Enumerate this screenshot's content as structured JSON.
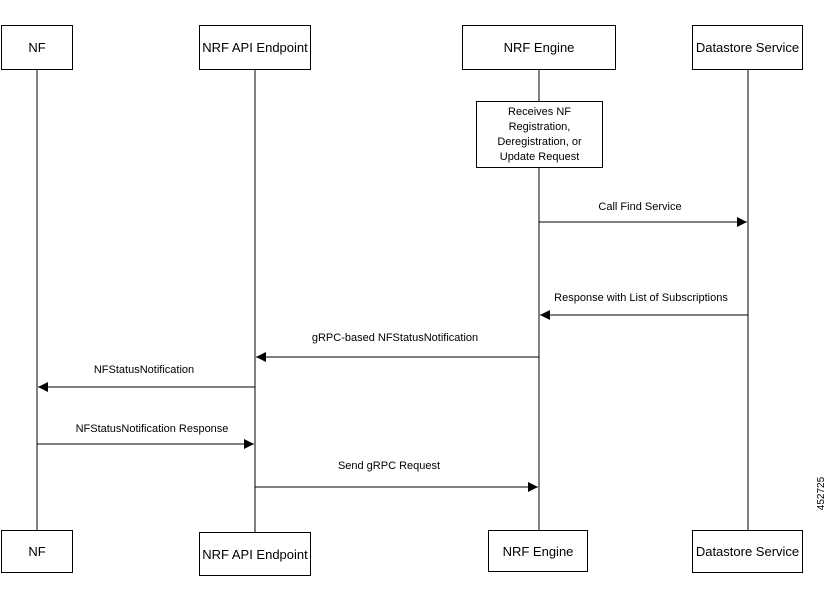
{
  "participants": [
    {
      "id": "nf",
      "top_label": "NF",
      "bottom_label": "NF"
    },
    {
      "id": "api",
      "top_label": "NRF API Endpoint",
      "bottom_label": "NRF API Endpoint"
    },
    {
      "id": "engine",
      "top_label": "NRF Engine",
      "bottom_label": "NRF Engine"
    },
    {
      "id": "datastore",
      "top_label": "Datastore Service",
      "bottom_label": "Datastore Service"
    }
  ],
  "note": {
    "participant": "engine",
    "text": "Receives NF\nRegistration,\nDeregistration, or\nUpdate Request"
  },
  "messages": [
    {
      "from": "engine",
      "to": "datastore",
      "label": "Call Find Service"
    },
    {
      "from": "datastore",
      "to": "engine",
      "label": "Response with List of Subscriptions"
    },
    {
      "from": "engine",
      "to": "api",
      "label": "gRPC-based NFStatusNotification"
    },
    {
      "from": "api",
      "to": "nf",
      "label": "NFStatusNotification"
    },
    {
      "from": "nf",
      "to": "api",
      "label": "NFStatusNotification Response"
    },
    {
      "from": "api",
      "to": "engine",
      "label": "Send gRPC Request"
    }
  ],
  "figure_id": "452725"
}
